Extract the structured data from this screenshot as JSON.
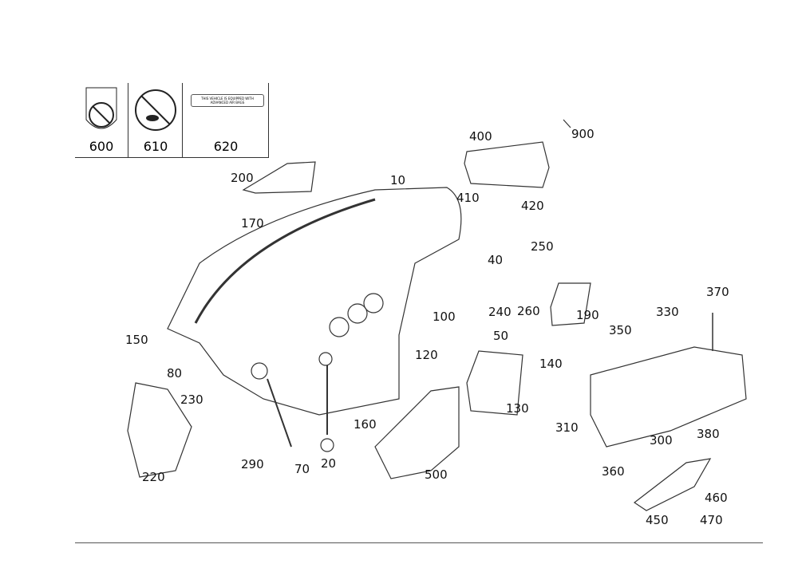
{
  "legend": [
    {
      "number": "600"
    },
    {
      "number": "610"
    },
    {
      "number": "620",
      "label_text": "THIS VEHICLE IS EQUIPPED WITH ADVANCED AIR BAGS"
    }
  ],
  "callouts": [
    "10",
    "20",
    "40",
    "50",
    "70",
    "80",
    "100",
    "120",
    "130",
    "140",
    "150",
    "160",
    "170",
    "190",
    "200",
    "220",
    "230",
    "240",
    "250",
    "260",
    "290",
    "300",
    "310",
    "330",
    "350",
    "360",
    "370",
    "380",
    "400",
    "410",
    "420",
    "450",
    "460",
    "470",
    "500",
    "900"
  ]
}
